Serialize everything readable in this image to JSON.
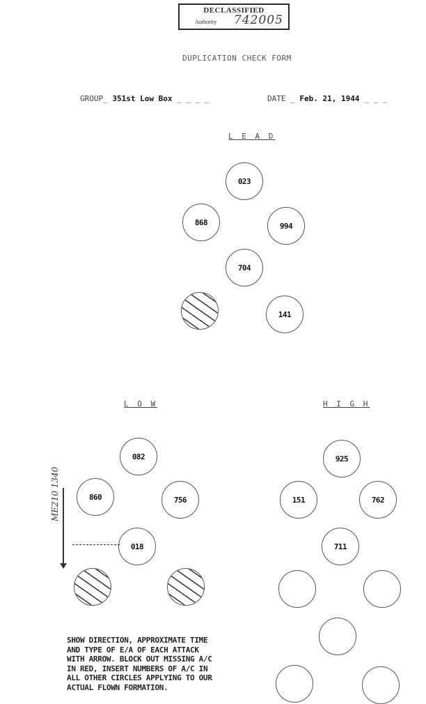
{
  "stamp": {
    "title": "DECLASSIFIED",
    "authority_label": "Authority",
    "authority_value": "742005"
  },
  "form_title": "DUPLICATION CHECK FORM",
  "header": {
    "group_label": "GROUP",
    "group_value": "351st Low Box",
    "date_label": "DATE",
    "date_value": "Feb. 21, 1944"
  },
  "sections": {
    "lead_label": "L E A D",
    "low_label": "L O W",
    "high_label": "H I G H"
  },
  "lead": {
    "c1": "023",
    "c2": "868",
    "c3": "994",
    "c4": "704",
    "c5": "141"
  },
  "low": {
    "c1": "082",
    "c2": "860",
    "c3": "756",
    "c4": "018"
  },
  "high": {
    "c1": "925",
    "c2": "151",
    "c3": "762",
    "c4": "711"
  },
  "attack_note": "ME210 1340",
  "instructions": [
    "SHOW DIRECTION, APPROXIMATE TIME",
    "AND TYPE OF E/A OF EACH ATTACK",
    "WITH ARROW. BLOCK OUT MISSING A/C",
    "IN RED, INSERT NUMBERS OF A/C IN",
    "ALL OTHER CIRCLES APPLYING TO OUR",
    "ACTUAL FLOWN FORMATION."
  ]
}
